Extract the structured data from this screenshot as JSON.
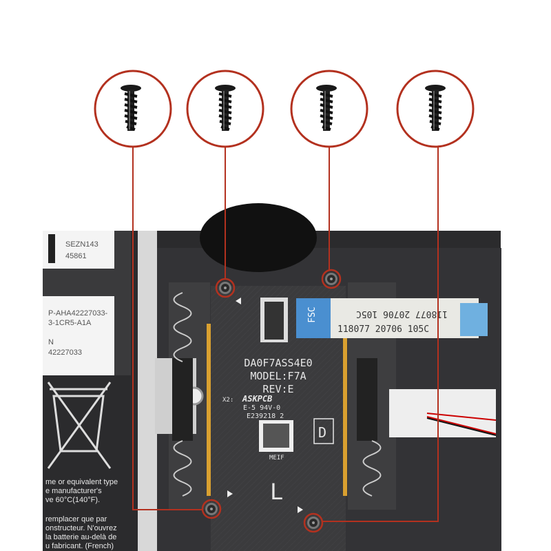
{
  "colors": {
    "callout": "#b3311f",
    "background": "#ffffff",
    "pcb": "#3a3a3c",
    "cable": "#e9e9e4"
  },
  "screws": [
    {
      "name": "screw-1"
    },
    {
      "name": "screw-2"
    },
    {
      "name": "screw-3"
    },
    {
      "name": "screw-4"
    }
  ],
  "battery_label": {
    "line1": "SEZN143",
    "line2": "45861",
    "line3": "P-AHA42227033-",
    "line4": "3-1CR5-A1A",
    "line5": "N",
    "line6": "42227033",
    "warn1": "me or equivalent type",
    "warn2": "e manufacturer's",
    "warn3": "ve 60°C(140°F).",
    "warn4": "remplacer que par",
    "warn5": "onstructeur. N'ouvrez",
    "warn6": "la batterie au-delà de",
    "warn7": "u fabricant. (French)"
  },
  "pcb": {
    "part": "DA0F7ASS4E0",
    "model": "MODEL:F7A",
    "rev": "REV:E",
    "maker": "ASKPCB",
    "prefix": "X2:",
    "rating": "E-5 94V-0",
    "code": "E239218 2",
    "qr_label": "MEIF",
    "d_mark": "D",
    "l_mark": "L"
  },
  "cable": {
    "tag": "FSC",
    "text": "118077 20706 105C"
  }
}
